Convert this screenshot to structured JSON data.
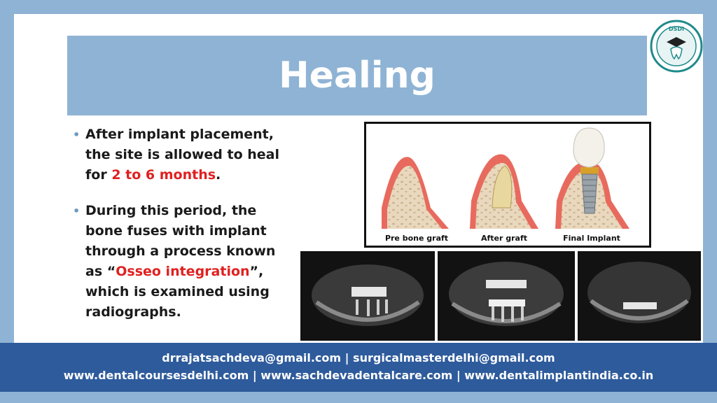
{
  "title": "Healing",
  "bullets": [
    {
      "before": "After implant placement, the site is allowed to heal for ",
      "highlight": "2 to 6 months",
      "after": "."
    },
    {
      "before": "During this period, the bone fuses with implant through a process known as “",
      "highlight": "Osseo integration",
      "after": "”, which is examined using radiographs."
    }
  ],
  "figure": {
    "labels": [
      "Pre bone graft",
      "After graft",
      "Final Implant"
    ]
  },
  "logo": {
    "text": "DSDI"
  },
  "footer": {
    "line1": "drrajatsachdeva@gmail.com | surgicalmasterdelhi@gmail.com",
    "line2": "www.dentalcoursesdelhi.com | www.sachdevadentalcare.com | www.dentalimplantindia.co.in"
  },
  "colors": {
    "title_band": "#8fb3d4",
    "footer": "#2e5b9c",
    "highlight": "#e02020",
    "gum": "#e86a5e",
    "bone": "#e9d8bd"
  }
}
